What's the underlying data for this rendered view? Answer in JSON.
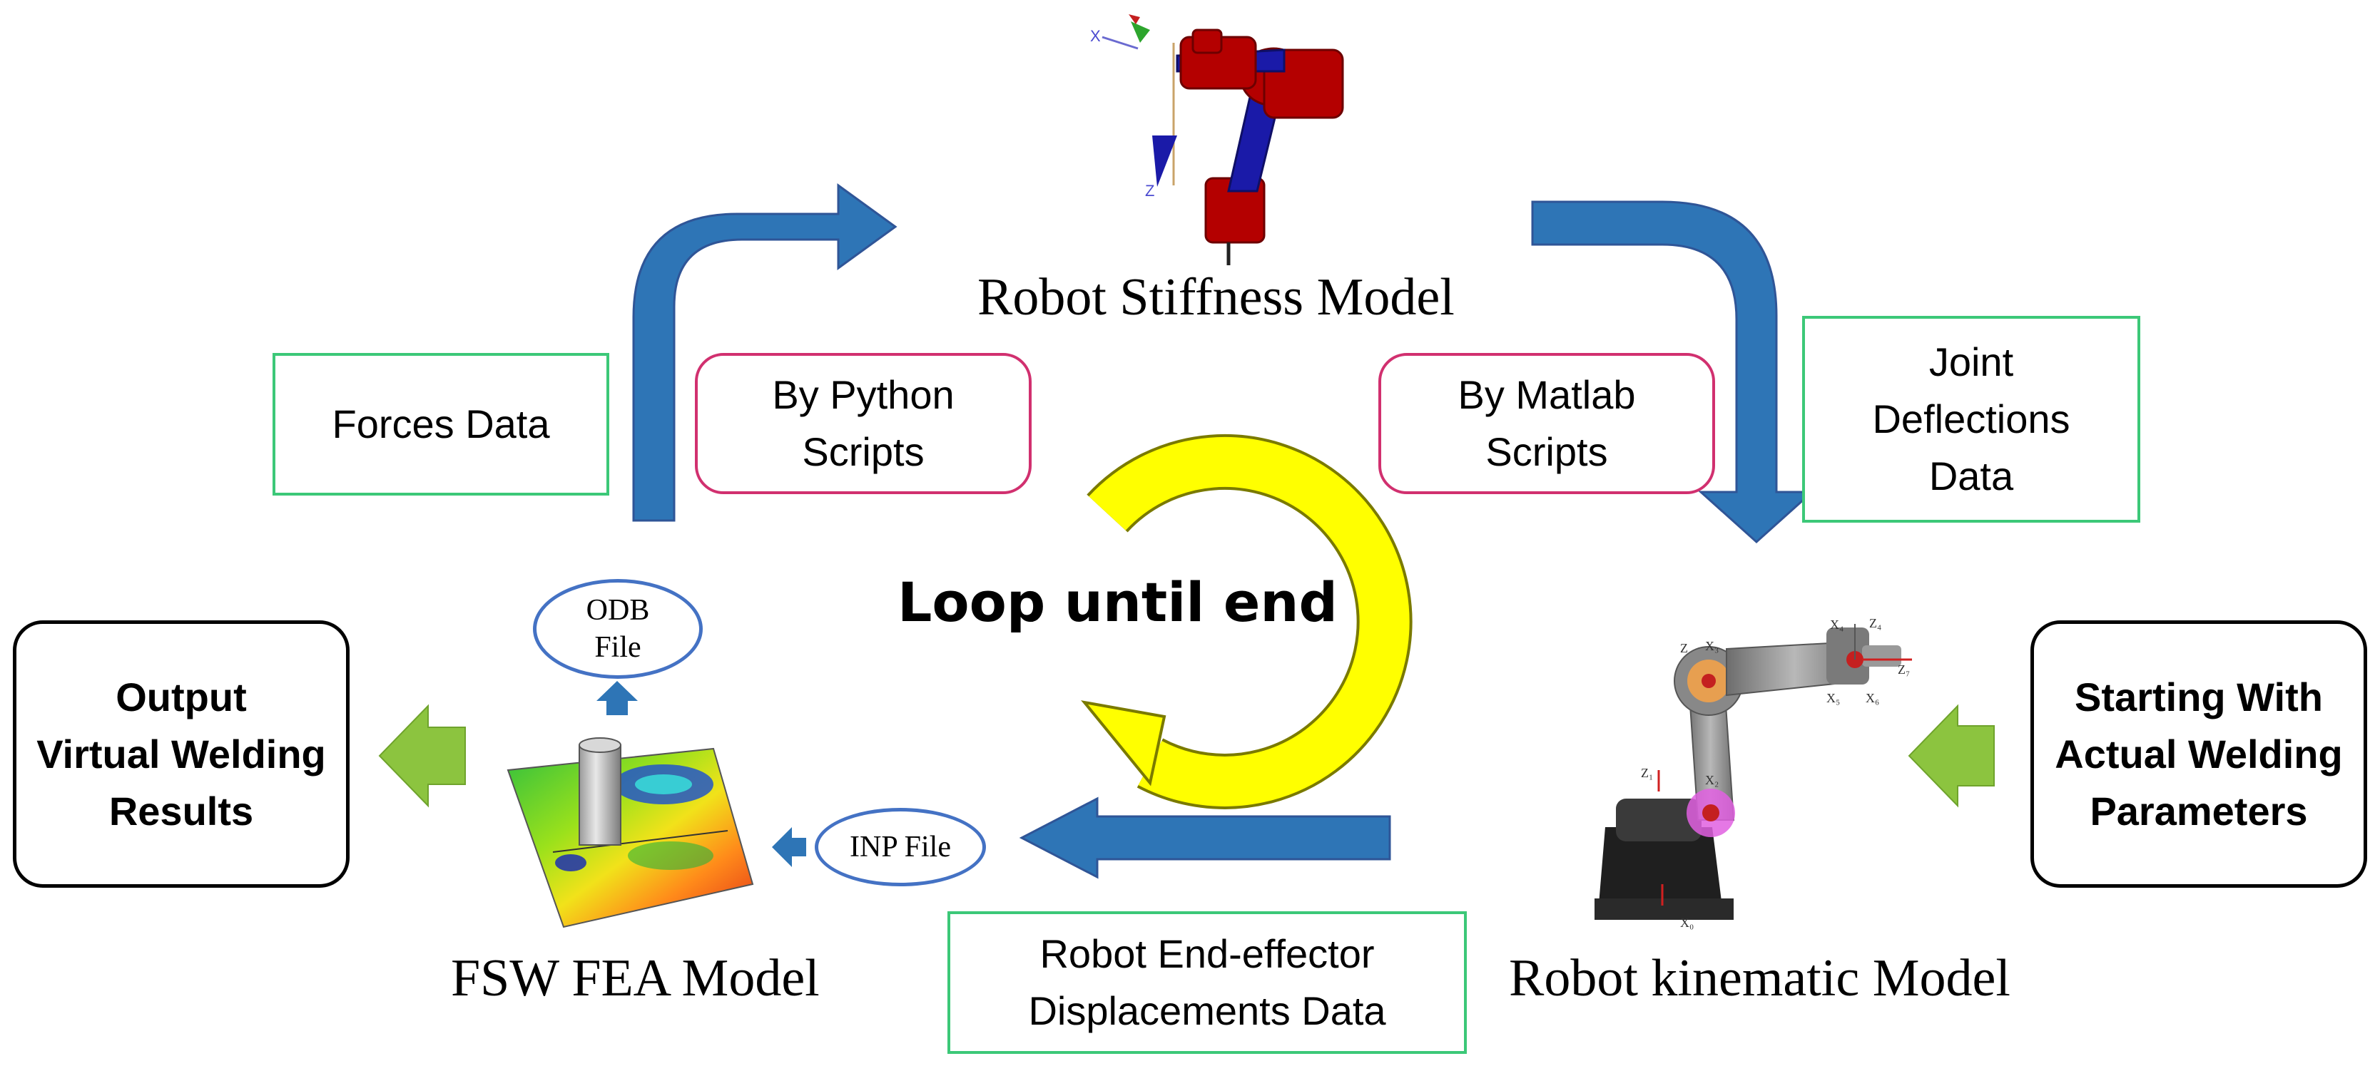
{
  "titles": {
    "stiffness": "Robot Stiffness Model",
    "fea": "FSW FEA Model",
    "kinematic": "Robot kinematic Model"
  },
  "loop_label": "Loop until end",
  "green_boxes": {
    "forces": [
      "Forces Data"
    ],
    "joint": [
      "Joint",
      "Deflections",
      "Data"
    ],
    "displacements": [
      "Robot End-effector",
      "Displacements Data"
    ]
  },
  "pink_boxes": {
    "python": [
      "By Python",
      "Scripts"
    ],
    "matlab": [
      "By Matlab",
      "Scripts"
    ]
  },
  "black_boxes": {
    "output": [
      "Output",
      "Virtual Welding",
      "Results"
    ],
    "start": [
      "Starting With",
      "Actual Welding",
      "Parameters"
    ]
  },
  "ovals": {
    "odb": [
      "ODB",
      "File"
    ],
    "inp": [
      "INP File"
    ]
  },
  "colors": {
    "flow_arrow": "#2e75b6",
    "side_arrow": "#8cc43f",
    "loop_arrow": "#ffff00",
    "green_border": "#3cc878",
    "pink_border": "#d1306f",
    "oval_border": "#4472c4",
    "robot_red": "#b40000",
    "robot_blue": "#1a1aa8"
  },
  "icons": {
    "robot_stiffness": "robot-arm-stiffness-icon",
    "robot_kinematic": "robot-arm-kinematic-icon",
    "fea_plate": "fea-contour-plate-icon"
  }
}
